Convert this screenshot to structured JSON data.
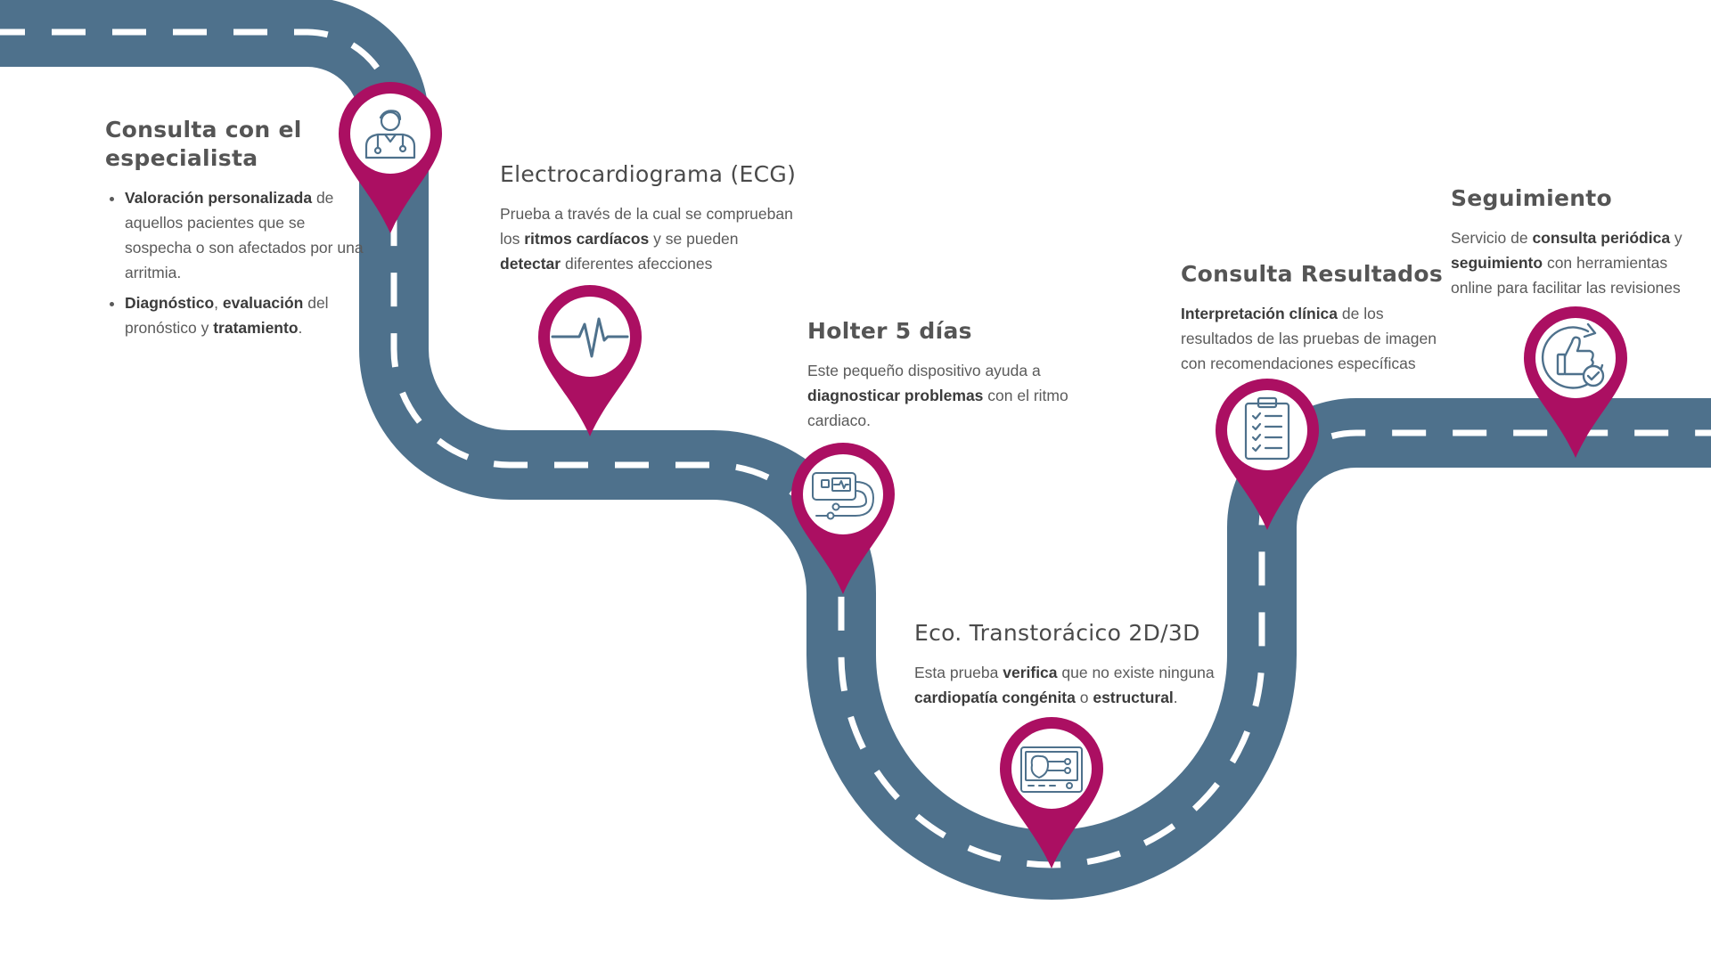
{
  "colors": {
    "road": "#4e718c",
    "lane": "#ffffff",
    "pin": "#ab0f62",
    "icon": "#4e718c"
  },
  "steps": [
    {
      "title": "Consulta con el especialista",
      "icon": "doctor-icon",
      "bullets": [
        [
          {
            "t": "Valoración personalizada",
            "b": true
          },
          {
            "t": " de aquellos pacientes que se sospecha o son afectados por una arritmia.",
            "b": false
          }
        ],
        [
          {
            "t": "Diagnóstico",
            "b": true
          },
          {
            "t": ", ",
            "b": false
          },
          {
            "t": "evaluación",
            "b": true
          },
          {
            "t": " del pronóstico y ",
            "b": false
          },
          {
            "t": "tratamiento",
            "b": true
          },
          {
            "t": ".",
            "b": false
          }
        ]
      ]
    },
    {
      "title": "Electrocardiograma (ECG)",
      "icon": "heartbeat-icon",
      "desc": [
        {
          "t": "Prueba a través de la cual se comprueban los ",
          "b": false
        },
        {
          "t": "ritmos cardíacos",
          "b": true
        },
        {
          "t": " y se pueden ",
          "b": false
        },
        {
          "t": "detectar",
          "b": true
        },
        {
          "t": " diferentes afecciones",
          "b": false
        }
      ]
    },
    {
      "title": "Holter 5 días",
      "icon": "holter-monitor-icon",
      "desc": [
        {
          "t": "Este pequeño dispositivo ayuda a ",
          "b": false
        },
        {
          "t": "diagnosticar problemas",
          "b": true
        },
        {
          "t": " con el ritmo cardiaco.",
          "b": false
        }
      ]
    },
    {
      "title": "Eco. Transtorácico 2D/3D",
      "icon": "echocardiogram-screen-icon",
      "desc": [
        {
          "t": "Esta prueba ",
          "b": false
        },
        {
          "t": "verifica",
          "b": true
        },
        {
          "t": " que no existe ninguna ",
          "b": false
        },
        {
          "t": "cardiopatía congénita",
          "b": true
        },
        {
          "t": " o ",
          "b": false
        },
        {
          "t": "estructural",
          "b": true
        },
        {
          "t": ".",
          "b": false
        }
      ]
    },
    {
      "title": "Consulta Resultados",
      "icon": "clipboard-checklist-icon",
      "desc": [
        {
          "t": "Interpretación clínica",
          "b": true
        },
        {
          "t": " de los resultados de las pruebas de imagen con recomendaciones específicas",
          "b": false
        }
      ]
    },
    {
      "title": "Seguimiento",
      "icon": "thumbs-up-check-icon",
      "desc": [
        {
          "t": "Servicio de ",
          "b": false
        },
        {
          "t": "consulta periódica",
          "b": true
        },
        {
          "t": " y ",
          "b": false
        },
        {
          "t": "seguimiento",
          "b": true
        },
        {
          "t": " con herramientas online para facilitar las revisiones",
          "b": false
        }
      ]
    }
  ]
}
